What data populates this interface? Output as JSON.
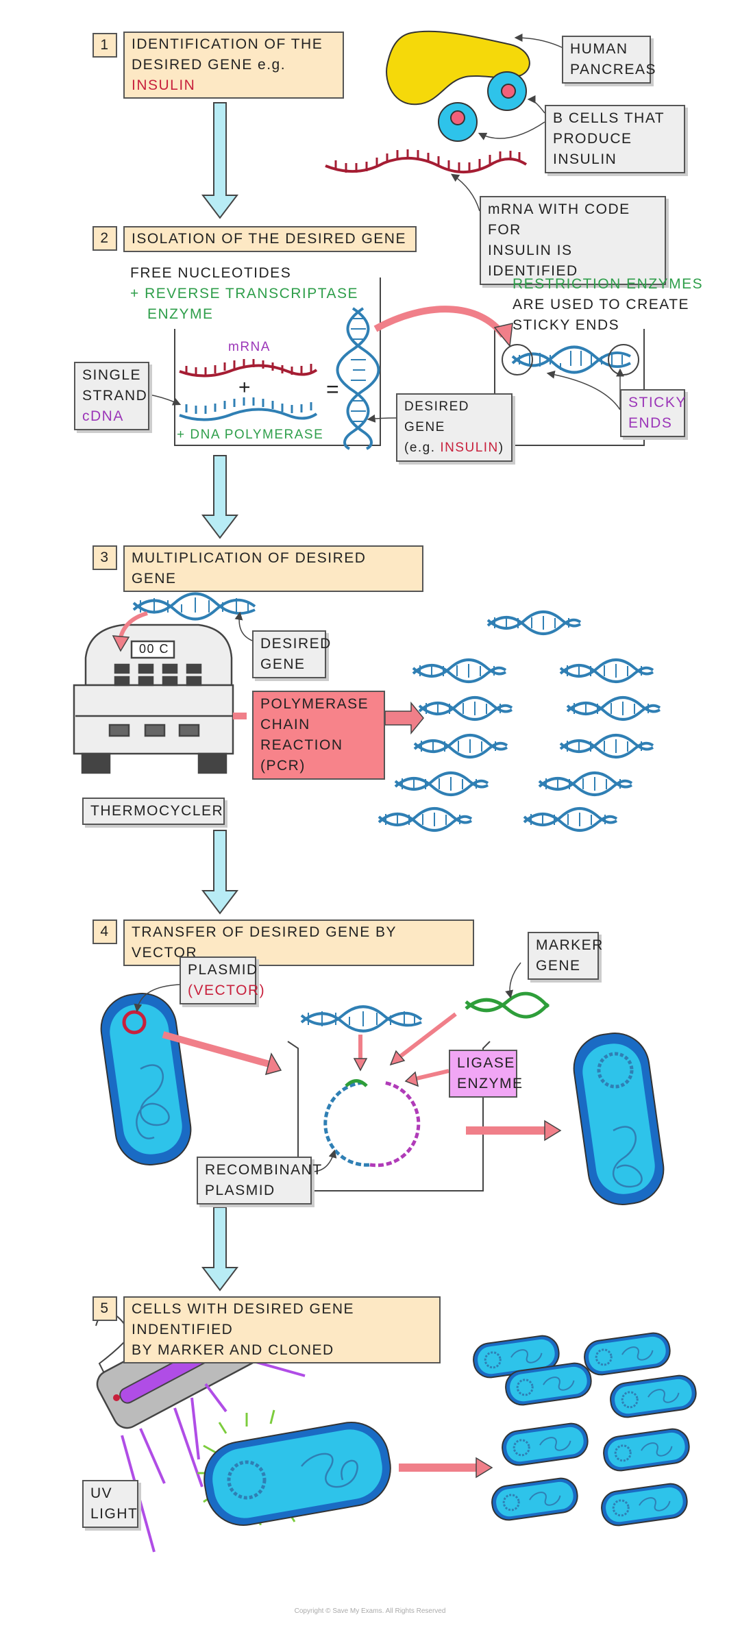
{
  "steps": [
    {
      "num": "1",
      "line1": "IDENTIFICATION OF THE",
      "line2_prefix": "DESIRED GENE",
      "line2_eg": "e.g.",
      "line2_highlight": "INSULIN"
    },
    {
      "num": "2",
      "title": "ISOLATION OF THE DESIRED GENE"
    },
    {
      "num": "3",
      "title": "MULTIPLICATION OF DESIRED GENE"
    },
    {
      "num": "4",
      "title": "TRANSFER OF DESIRED GENE BY VECTOR"
    },
    {
      "num": "5",
      "line1": "CELLS WITH DESIRED GENE INDENTIFIED",
      "line2": "BY MARKER AND CLONED"
    }
  ],
  "step1": {
    "pancreas_line1": "HUMAN",
    "pancreas_line2": "PANCREAS",
    "beta_line1": "β CELLS THAT",
    "beta_line2": "PRODUCE INSULIN",
    "mrna_line1": "mRNA WITH CODE FOR",
    "mrna_line2": "INSULIN IS IDENTIFIED"
  },
  "step2": {
    "free_nucleotides": "FREE NUCLEOTIDES",
    "rt_line1": "+ REVERSE TRANSCRIPTASE",
    "rt_line2": "ENZYME",
    "mrna": "mRNA",
    "plus": "+",
    "equals": "=",
    "single_line1": "SINGLE",
    "single_line2": "STRAND",
    "single_line3": "cDNA",
    "dna_polymerase": "+ DNA POLYMERASE",
    "desired_line1": "DESIRED GENE",
    "desired_eg": "(e.g.",
    "desired_insulin": "INSULIN",
    "desired_close": ")",
    "restriction_line1": "RESTRICTION ENZYMES",
    "restriction_line2": "ARE USED TO CREATE",
    "restriction_line3": "STICKY ENDS",
    "sticky_line1": "STICKY",
    "sticky_line2": "ENDS"
  },
  "step3": {
    "display": "00 C",
    "desired_line1": "DESIRED",
    "desired_line2": "GENE",
    "pcr_line1": "POLYMERASE",
    "pcr_line2": "CHAIN REACTION",
    "pcr_line3": "(PCR)",
    "thermocycler": "THERMOCYCLER"
  },
  "step4": {
    "plasmid_line1": "PLASMID",
    "plasmid_line2": "(VECTOR)",
    "marker_line1": "MARKER",
    "marker_line2": "GENE",
    "ligase_line1": "LIGASE",
    "ligase_line2": "ENZYME",
    "recombinant_line1": "RECOMBINANT",
    "recombinant_line2": "PLASMID"
  },
  "step5": {
    "uv_line1": "UV",
    "uv_line2": "LIGHT"
  },
  "copyright": "Copyright © Save My Exams. All Rights Reserved",
  "colors": {
    "step_bg": "#fde8c4",
    "label_bg": "#eeeeee",
    "flow_arrow": "#b8ecf5",
    "red_arrow": "#f07f89",
    "dna_blue": "#2f7fb4",
    "mrna_red": "#a51d33",
    "marker_green": "#2e9e3a",
    "pancreas": "#f5d90a",
    "cell_cyan": "#2ec3ea",
    "uv_purple": "#b04de6",
    "pcr_bg": "#f7838a",
    "ligase_bg": "#f1a6f5"
  }
}
